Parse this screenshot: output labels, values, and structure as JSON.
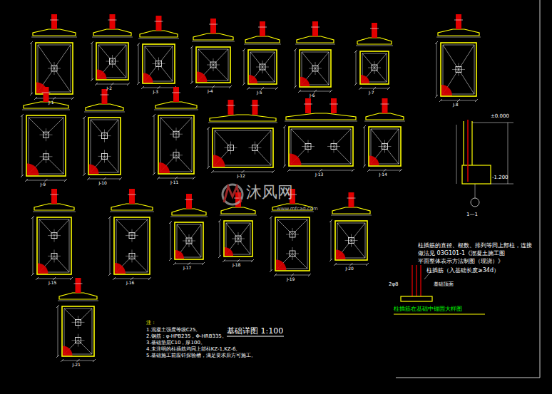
{
  "diagram": {
    "title": "基础详图 1:100",
    "labels": [
      "J-1",
      "J-2",
      "J-3",
      "J-4",
      "J-5",
      "J-6",
      "J-7",
      "J-8",
      "J-9",
      "J-10",
      "J-11",
      "J-12",
      "J-13",
      "J-14",
      "J-15",
      "J-16",
      "J-17",
      "J-18",
      "J-19",
      "J-20",
      "J-21",
      "注：",
      "1.混凝土强度等级C25。",
      "2.钢筋：φ-HPB235，Φ-HRB335。",
      "3.基础垫层C10，厚100。",
      "4.未注明的柱插筋均同上部柱KZ-1,KZ-6。",
      "5.基础施工前应钎探验槽，满足要求后方可施工。",
      "柱插筋的直径、根数、排列等同上部柱，连接",
      "做法见 03G101-1《混凝土施工图",
      "平面整体表示方法制图（现浇）》",
      "柱插筋（入基础长度≥34d）",
      "2φ8",
      "基础顶面",
      "柱插筋在基础中锚固大样图",
      "±0.000",
      "-1.200",
      "1—1",
      "沐风网",
      "www.mfcad.com"
    ]
  }
}
